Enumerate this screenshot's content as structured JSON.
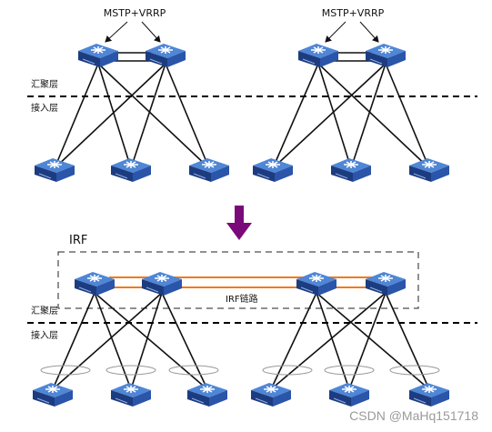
{
  "top": {
    "left_label": "MSTP+VRRP",
    "right_label": "MSTP+VRRP",
    "layer_aggregation": "汇聚层",
    "layer_access": "接入层"
  },
  "bottom": {
    "irf_label": "IRF",
    "irf_link_label": "IRF链路",
    "layer_aggregation": "汇聚层",
    "layer_access": "接入层"
  },
  "watermark": "CSDN @MaHq151718",
  "colors": {
    "switch_top": "#3b73c8",
    "switch_side": "#1f3f86",
    "link": "#111111",
    "irf_link": "#f07a1a",
    "arrow": "#7a0a7a",
    "dashed": "#000000",
    "ellipse": "#999999"
  },
  "icons": {
    "switch": "network-switch-icon",
    "arrow": "down-arrow-icon"
  }
}
